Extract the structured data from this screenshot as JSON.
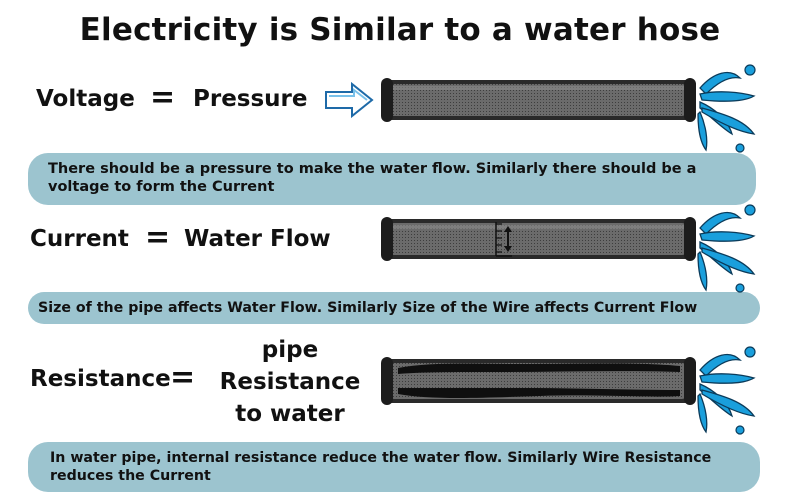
{
  "title": "Electricity is Similar to a water hose",
  "rows": [
    {
      "term": "Voltage",
      "equals": "=",
      "analogy": "Pressure",
      "note": "There should be a pressure to make the water flow. Similarly there should be a voltage to form the Current"
    },
    {
      "term": "Current",
      "equals": "=",
      "analogy": "Water Flow",
      "note": "Size of the pipe affects Water Flow. Similarly Size of the Wire affects Current Flow"
    },
    {
      "term": "Resistance",
      "equals": "=",
      "analogy_lines": [
        "pipe",
        "Resistance",
        "to water"
      ],
      "note": "In water pipe, internal resistance reduce the water flow. Similarly Wire Resistance reduces the Current"
    }
  ],
  "colors": {
    "note_bg": "#9cc4cf",
    "pipe_dark": "#2b2b2b",
    "pipe_mid": "#6a6a6a",
    "water": "#1a9fdc",
    "arrow": "#1e88c8"
  }
}
